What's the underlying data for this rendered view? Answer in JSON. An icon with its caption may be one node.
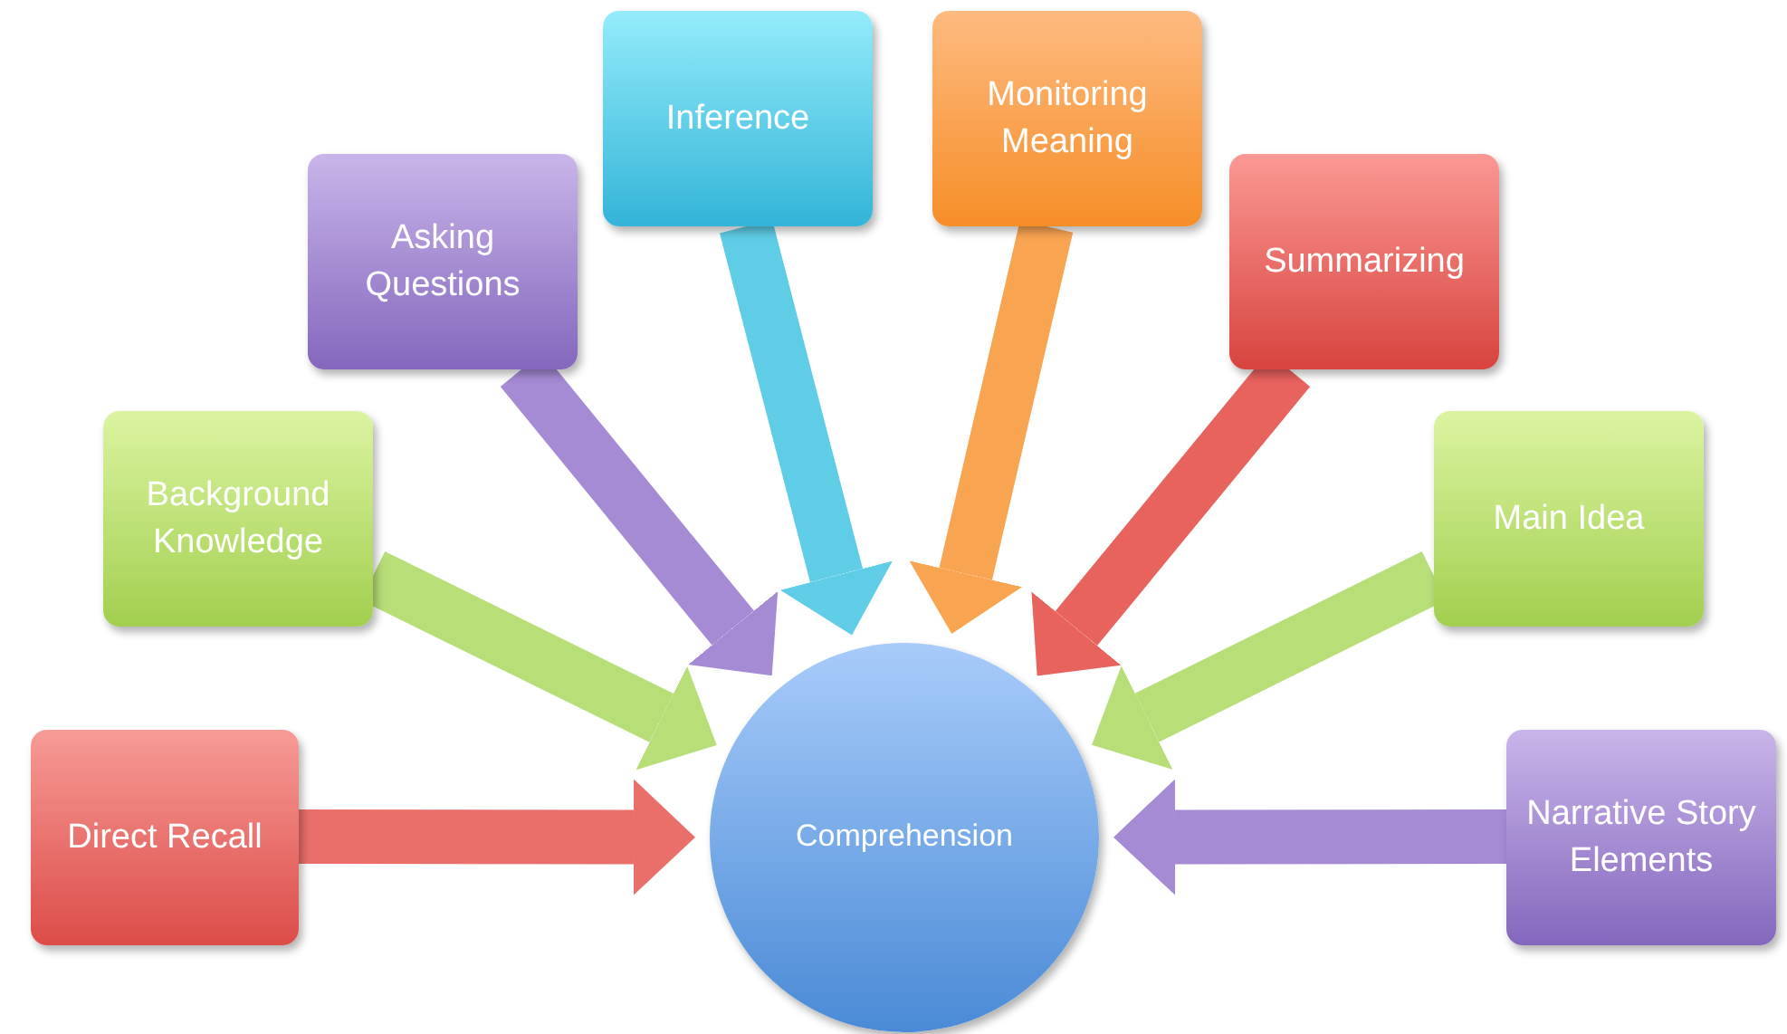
{
  "diagram": {
    "nodes": [
      {
        "text": [
          "Comprehension"
        ]
      },
      {
        "text": [
          "Direct Recall"
        ]
      },
      {
        "text": [
          "Background Knowledge"
        ]
      },
      {
        "text": [
          "Asking Questions"
        ]
      },
      {
        "text": [
          "Inference"
        ]
      },
      {
        "text": [
          "Monitoring Meaning"
        ]
      },
      {
        "text": [
          "Summarizing"
        ]
      },
      {
        "text": [
          "Main Idea"
        ]
      },
      {
        "text": [
          "Narrative Story Elements"
        ]
      }
    ],
    "edges": [
      {
        "from": 1,
        "to": 0,
        "arrow": "to",
        "color": "#ea6f6b"
      },
      {
        "from": 2,
        "to": 0,
        "arrow": "to",
        "color": "#b8de78"
      },
      {
        "from": 3,
        "to": 0,
        "arrow": "to",
        "color": "#a58ad4"
      },
      {
        "from": 4,
        "to": 0,
        "arrow": "to",
        "color": "#5fcde6"
      },
      {
        "from": 5,
        "to": 0,
        "arrow": "to",
        "color": "#f9a450"
      },
      {
        "from": 6,
        "to": 0,
        "arrow": "to",
        "color": "#e8625e"
      },
      {
        "from": 7,
        "to": 0,
        "arrow": "to",
        "color": "#b8de78"
      },
      {
        "from": 8,
        "to": 0,
        "arrow": "to",
        "color": "#a58ad4"
      }
    ]
  }
}
